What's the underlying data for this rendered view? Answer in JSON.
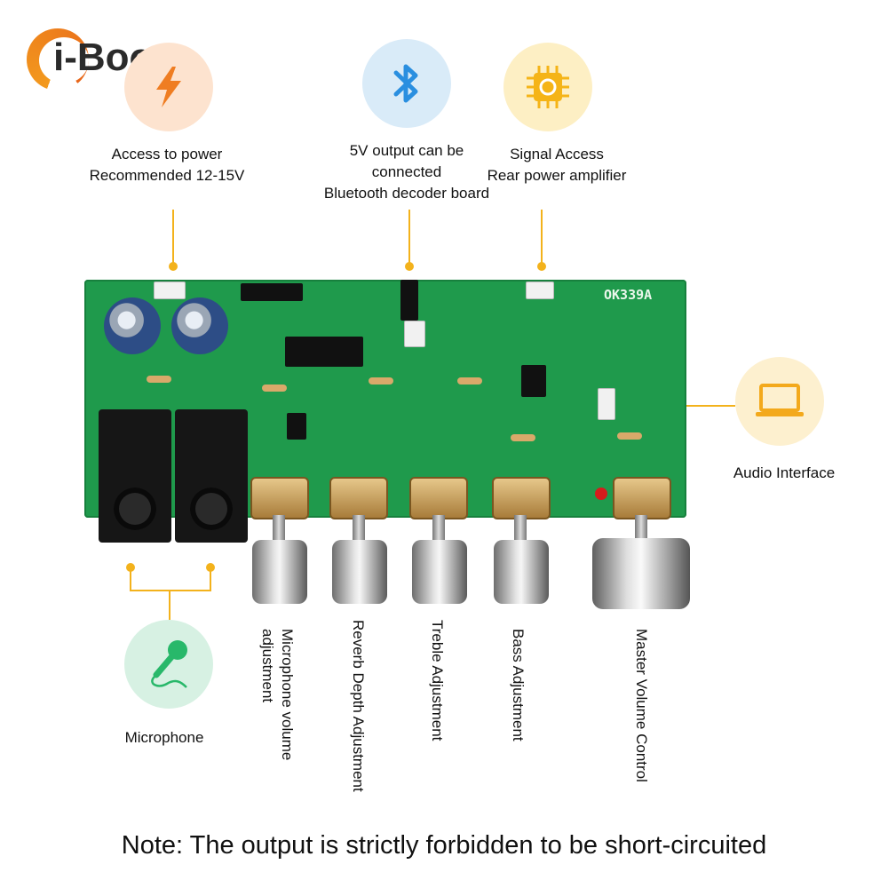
{
  "brand": {
    "logo_text": "i-Boom",
    "accent": "#f39a1e",
    "text_color": "#2b2b2b"
  },
  "board": {
    "model": "OK339A",
    "color": "#1f9a4c"
  },
  "features": {
    "power": {
      "icon": "lightning-icon",
      "line1": "Access to power",
      "line2": "Recommended 12-15V",
      "color": "#fde3cf"
    },
    "bluetooth": {
      "icon": "bluetooth-icon",
      "line1": "5V output can be",
      "line2": "connected",
      "line3": "Bluetooth decoder board",
      "color": "#d9ebf8"
    },
    "signal": {
      "icon": "chip-icon",
      "line1": "Signal Access",
      "line2": "Rear power amplifier",
      "color": "#fdefc4"
    },
    "audio": {
      "icon": "laptop-icon",
      "label": "Audio Interface",
      "color": "#fdf0cf"
    },
    "microphone": {
      "icon": "microphone-icon",
      "label": "Microphone",
      "color": "#d7f1e3"
    }
  },
  "controls": [
    {
      "label": "Microphone volume adjustment",
      "line1": "Microphone volume",
      "line2": "adjustment"
    },
    {
      "label": "Reverb Depth Adjustment"
    },
    {
      "label": "Treble Adjustment"
    },
    {
      "label": "Bass Adjustment"
    },
    {
      "label": "Master Volume Control"
    }
  ],
  "connector_color": "#f3b21c",
  "note": "Note: The output is strictly forbidden to be short-circuited"
}
